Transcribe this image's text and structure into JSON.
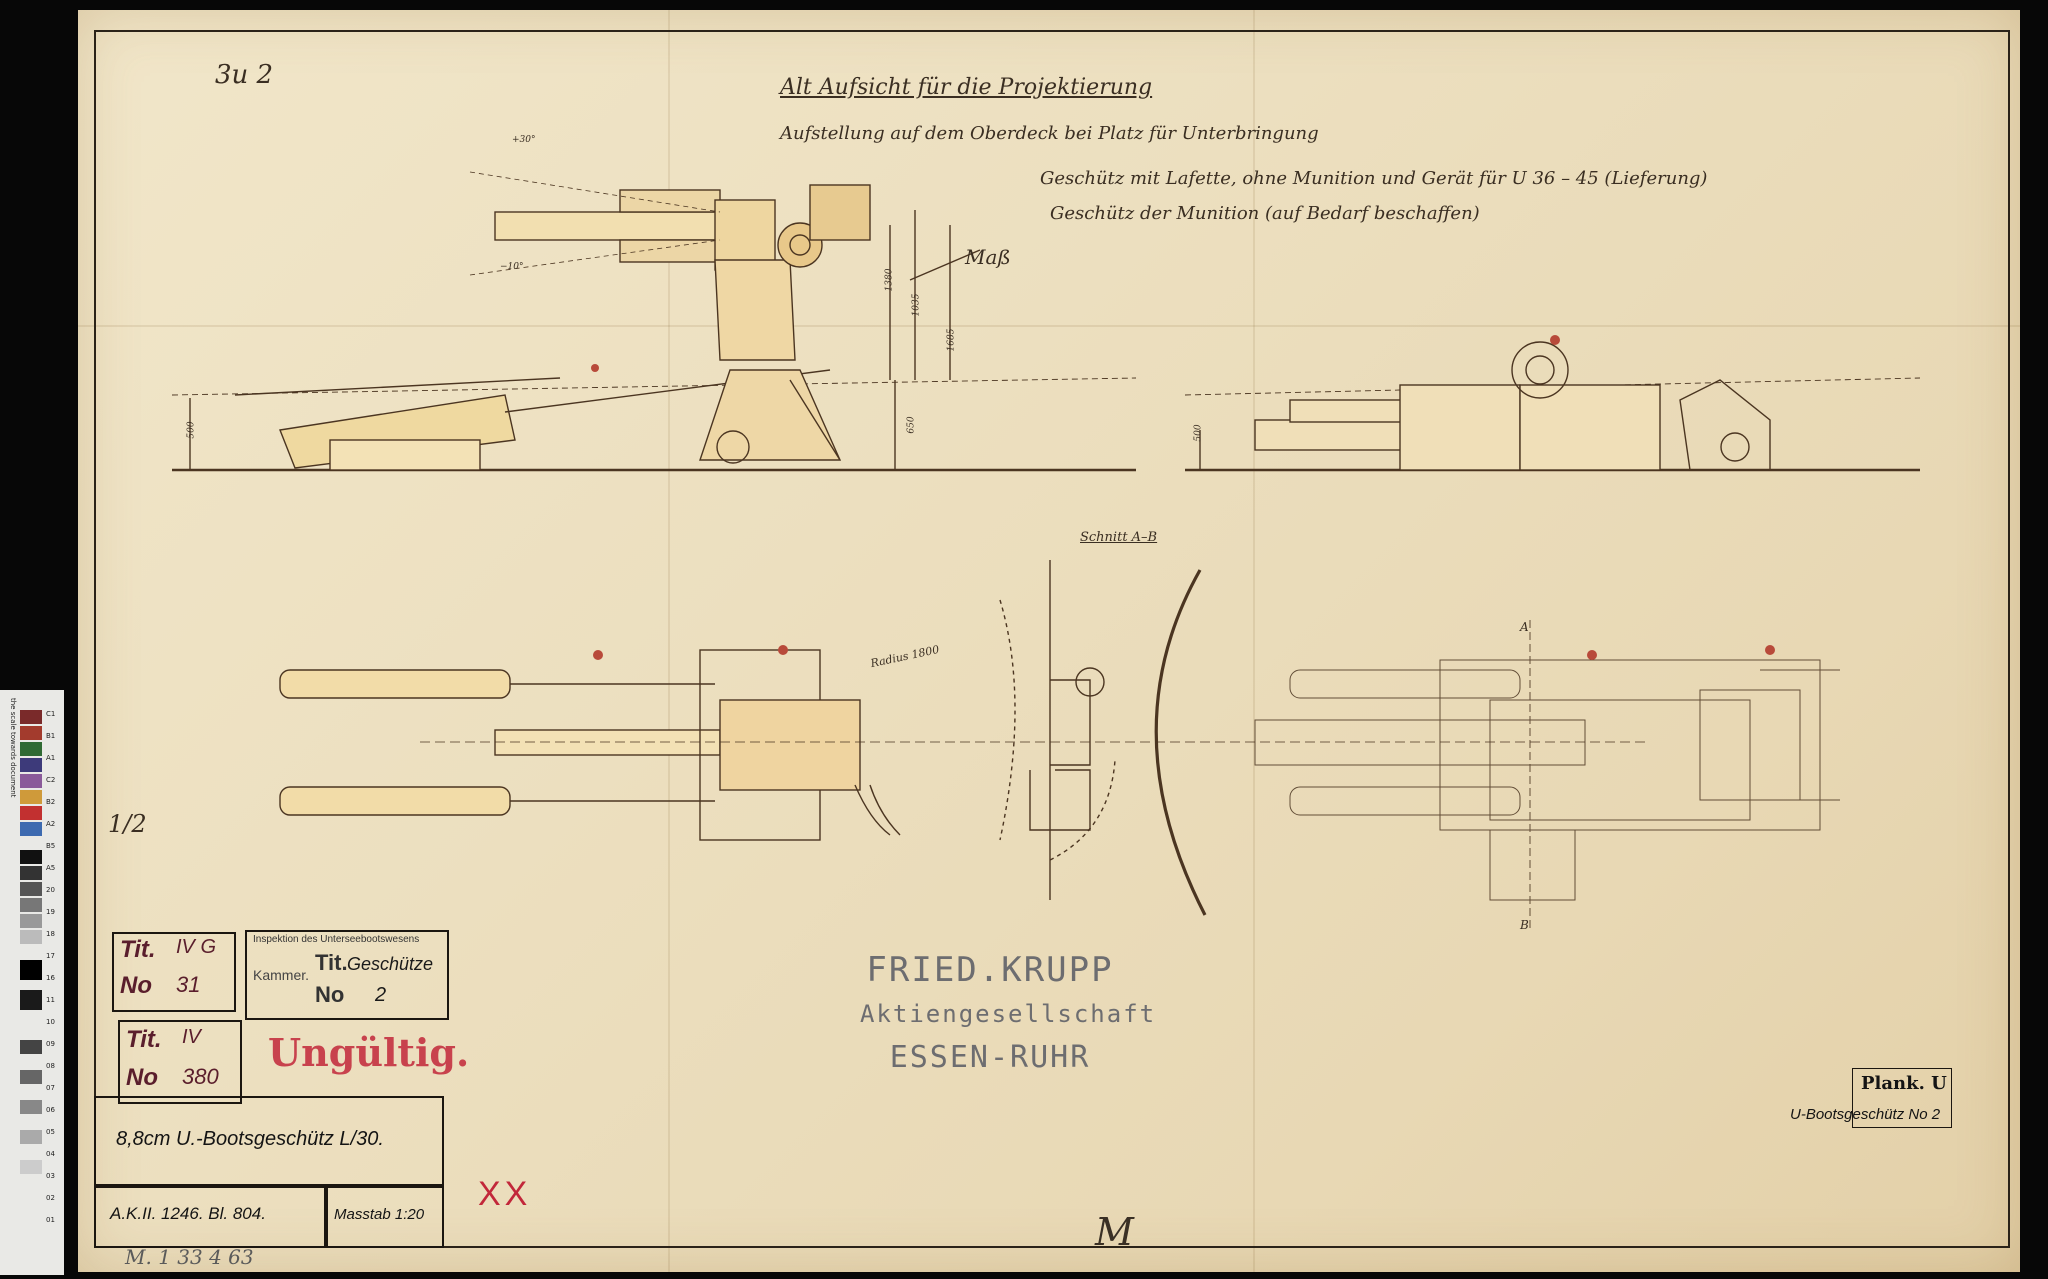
{
  "notes": {
    "header_note": "3u 2",
    "line1": "Alt Aufsicht für die Projektierung",
    "line2": "Aufstellung auf dem Oberdeck bei Platz für Unterbringung",
    "line3": "Geschütz mit Lafette, ohne Munition und Gerät für U 36 – 45 (Lieferung)",
    "line4": "Geschütz der Munition (auf Bedarf beschaffen)",
    "note_mass": "Maß",
    "section_label": "Schnitt A–B",
    "radius_label": "Radius 1800",
    "side_num": "1/2"
  },
  "dims": {
    "d500a": "500",
    "d500b": "500",
    "d1380": "1380",
    "d1035": "1035",
    "d1685": "1685",
    "d650": "650",
    "angle_up": "+30°",
    "angle_down": "−10°",
    "a_mark": "A",
    "b_mark": "B"
  },
  "stamps": {
    "krupp_line1": "FRIED.KRUPP",
    "krupp_line2": "Aktiengesellschaft",
    "krupp_line3": "ESSEN-RUHR",
    "invalid": "Ungültig.",
    "tit1_label": "Tit.",
    "tit1_num": "IV G",
    "no1_label": "No",
    "no1_num": "31",
    "tit2_label": "Tit.",
    "tit2_num": "IV",
    "no2_label": "No",
    "no2_num": "380",
    "inspection": "Inspektion des Unterseebootswesens",
    "kammer": "Kammer.",
    "tit3_label": "Tit.",
    "no3_label": "No",
    "no3_num": "2",
    "geschuetze": "Geschütze",
    "plank_line1": "Plank. U",
    "plank_line2": "U-Bootsgeschütz No 2"
  },
  "title_block": {
    "title": "8,8cm U.-Bootsgeschütz L/30.",
    "ref": "A.K.II. 1246. Bl. 804.",
    "scale": "Masstab 1:20"
  },
  "marks": {
    "cross": "XX",
    "bottom_code": "M. 1 33 4 63",
    "bottom_right": "M"
  },
  "color_card": {
    "text": "the scale towards document",
    "labels": [
      "C1",
      "B1",
      "A1",
      "C2",
      "B2",
      "A2",
      "B5",
      "A5",
      "20",
      "19",
      "18",
      "17",
      "16",
      "11",
      "10",
      "09",
      "08",
      "07",
      "06",
      "05",
      "04",
      "03",
      "02",
      "01"
    ]
  },
  "colors": {
    "paper": "#ecdfbf",
    "ink": "#4b3521",
    "gun_fill": "#efd9a0",
    "red_stamp": "#c2273a",
    "blue_stamp": "#2a6a9a"
  }
}
